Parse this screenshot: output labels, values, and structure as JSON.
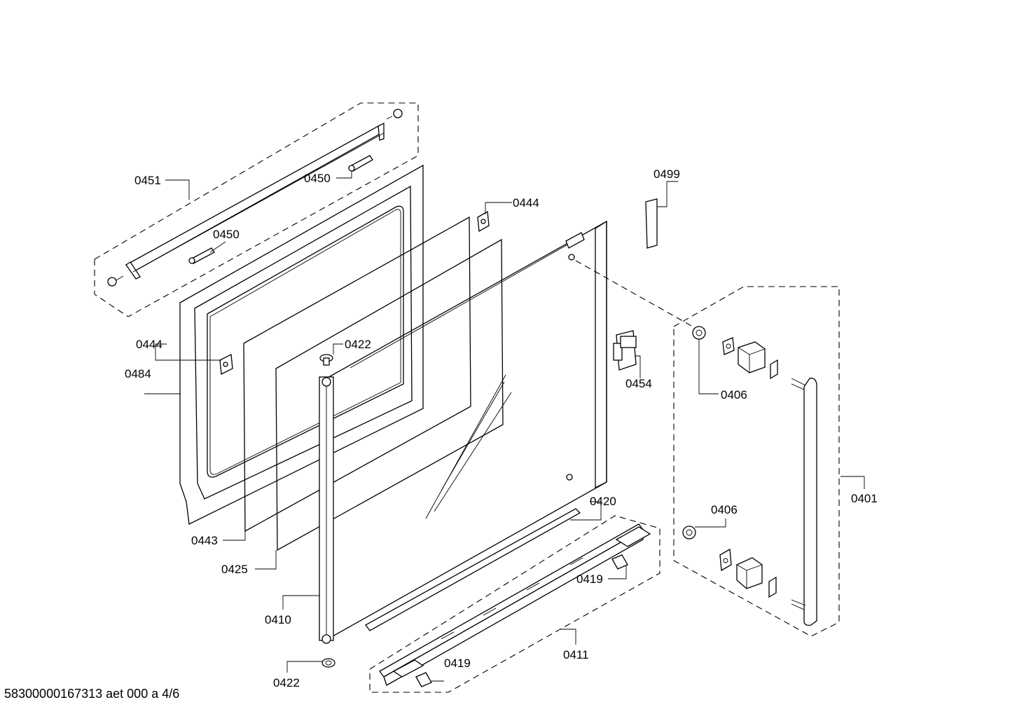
{
  "drawing": {
    "footer_id": "58300000167313 aet 000 a 4/6",
    "callouts": {
      "c0451": "0451",
      "c0450a": "0450",
      "c0450b": "0450",
      "c0444a": "0444",
      "c0444b": "0444",
      "c0499": "0499",
      "c0484": "0484",
      "c0422a": "0422",
      "c0454": "0454",
      "c0406a": "0406",
      "c0406b": "0406",
      "c0401": "0401",
      "c0420": "0420",
      "c0443": "0443",
      "c0425": "0425",
      "c0419a": "0419",
      "c0419b": "0419",
      "c0410": "0410",
      "c0411": "0411",
      "c0422b": "0422"
    }
  }
}
